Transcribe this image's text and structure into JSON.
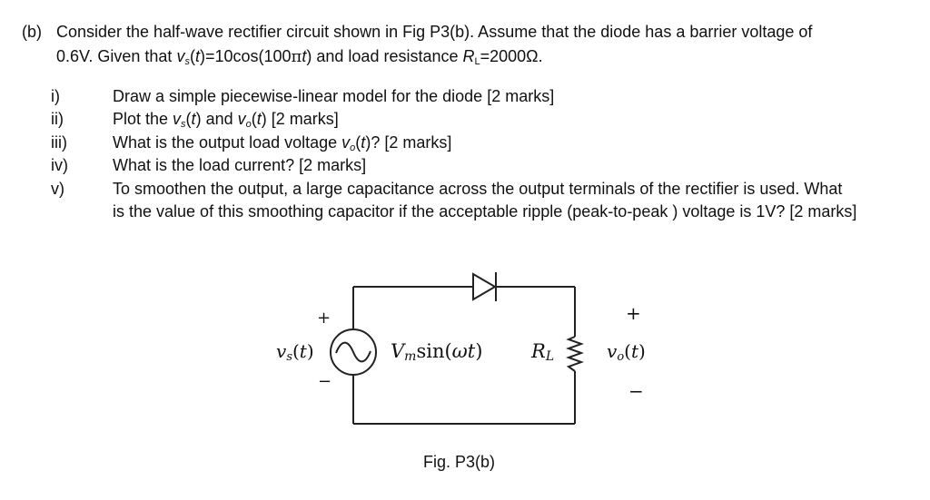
{
  "problem": {
    "label": "(b)",
    "line1": "Consider the half-wave rectifier circuit shown in Fig P3(b). Assume that the diode has a barrier voltage of",
    "line2_prefix": "0.6V. Given that ",
    "vs_symbol": "v",
    "vs_sub": "s",
    "line2_mid": "(t)=10cos(100",
    "pi": "π",
    "t_var": "t",
    "line2_mid2": ") and load resistance ",
    "rl_symbol": "R",
    "rl_sub": "L",
    "line2_end": "=2000Ω."
  },
  "questions": [
    {
      "num": "i)",
      "text": "Draw a simple piecewise-linear model for the diode [2 marks]"
    },
    {
      "num": "ii)",
      "text_a": "Plot the ",
      "v1": "v",
      "v1_sub": "s",
      "t1": "(t)",
      "text_b": " and ",
      "v2": "v",
      "v2_sub": "o",
      "t2": "(t)",
      "text_c": " [2 marks]"
    },
    {
      "num": "iii)",
      "text_a": "What is the output load voltage ",
      "v": "v",
      "v_sub": "o",
      "t": "(t)",
      "text_b": "? [2 marks]"
    },
    {
      "num": "iv)",
      "text": "What is the load current? [2 marks]"
    },
    {
      "num": "v)",
      "line1": "To smoothen the output, a large capacitance across the output terminals of the rectifier is used. What",
      "line2": "is the value of this smoothing capacitor if the acceptable ripple (peak-to-peak ) voltage is 1V? [2 marks]"
    }
  ],
  "figure": {
    "plus_source": "+",
    "minus_source": "−",
    "vs_label": "v",
    "vs_label_sub": "s",
    "vs_label_t": "(t)",
    "vm_label": "V",
    "vm_sub": "m",
    "vm_rest": "sin(ωt)",
    "rl_label": "R",
    "rl_label_sub": "L",
    "plus_out": "+",
    "minus_out": "−",
    "vo_label": "v",
    "vo_label_sub": "o",
    "vo_label_t": "(t)",
    "caption": "Fig. P3(b)"
  }
}
